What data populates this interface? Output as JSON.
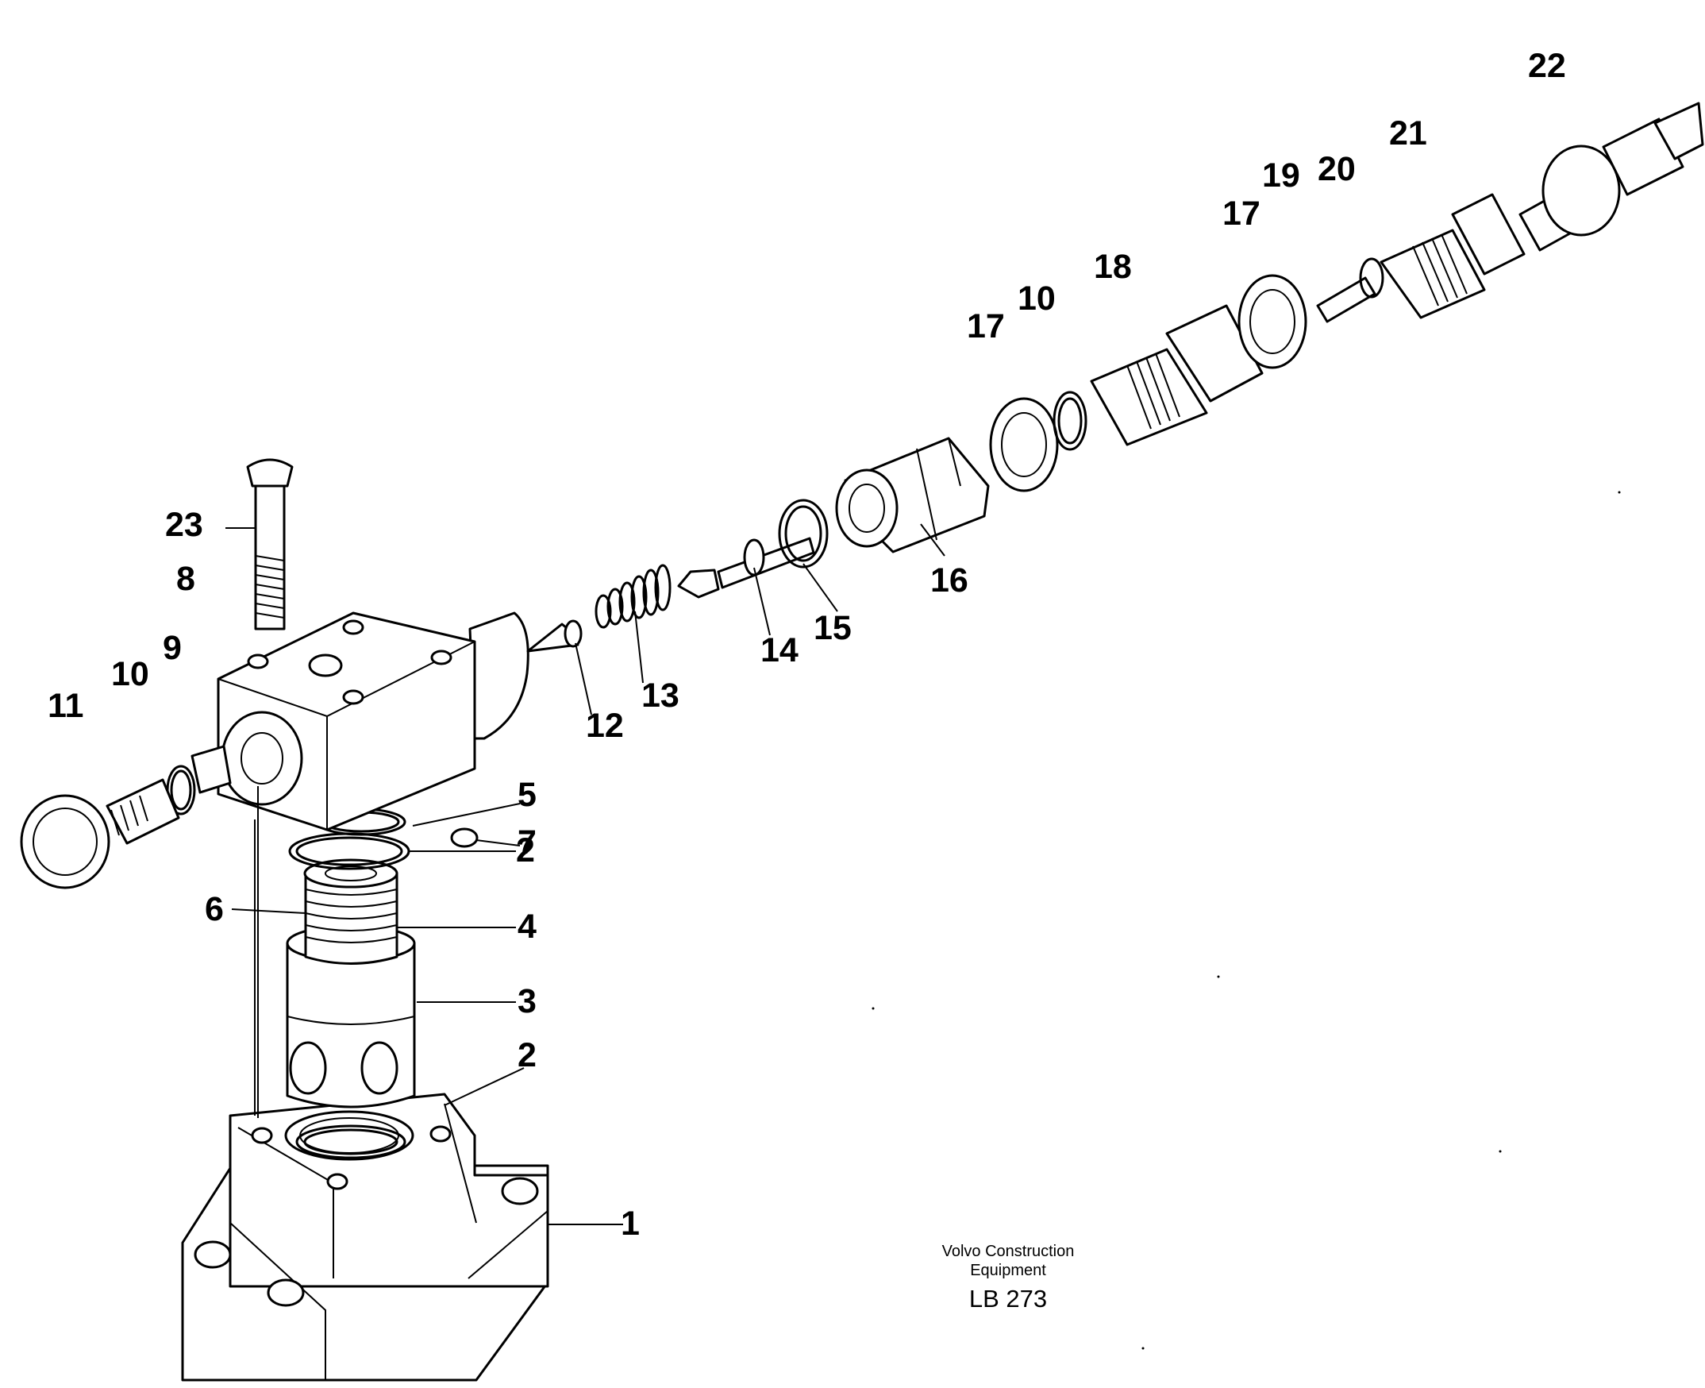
{
  "callouts": [
    {
      "id": "c1",
      "text": "1"
    },
    {
      "id": "c2a",
      "text": "2"
    },
    {
      "id": "c2b",
      "text": "2"
    },
    {
      "id": "c3",
      "text": "3"
    },
    {
      "id": "c4",
      "text": "4"
    },
    {
      "id": "c5",
      "text": "5"
    },
    {
      "id": "c6",
      "text": "6"
    },
    {
      "id": "c7",
      "text": "7"
    },
    {
      "id": "c8",
      "text": "8"
    },
    {
      "id": "c9",
      "text": "9"
    },
    {
      "id": "c10a",
      "text": "10"
    },
    {
      "id": "c11",
      "text": "11"
    },
    {
      "id": "c12",
      "text": "12"
    },
    {
      "id": "c13",
      "text": "13"
    },
    {
      "id": "c14",
      "text": "14"
    },
    {
      "id": "c15",
      "text": "15"
    },
    {
      "id": "c16",
      "text": "16"
    },
    {
      "id": "c17a",
      "text": "17"
    },
    {
      "id": "c10b",
      "text": "10"
    },
    {
      "id": "c18",
      "text": "18"
    },
    {
      "id": "c17b",
      "text": "17"
    },
    {
      "id": "c19",
      "text": "19"
    },
    {
      "id": "c20",
      "text": "20"
    },
    {
      "id": "c21",
      "text": "21"
    },
    {
      "id": "c22",
      "text": "22"
    },
    {
      "id": "c23",
      "text": "23"
    }
  ],
  "footer": {
    "company_line1": "Volvo Construction",
    "company_line2": "Equipment",
    "drawing_code": "LB 273"
  }
}
